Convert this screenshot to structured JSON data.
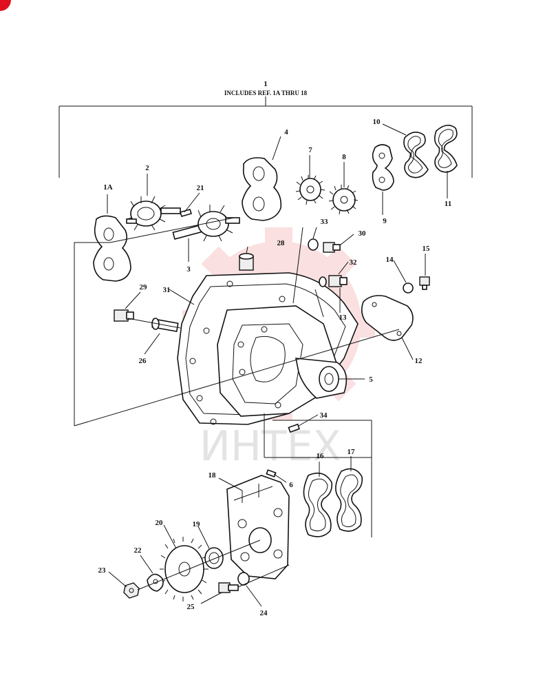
{
  "header": {
    "number": "1",
    "text": "INCLUDES REF. 1A THRU 18"
  },
  "watermark": {
    "text": "ИНТЕХ"
  },
  "callouts": {
    "c1A": "1A",
    "c2": "2",
    "c3": "3",
    "c4": "4",
    "c5": "5",
    "c6": "6",
    "c7": "7",
    "c8": "8",
    "c9": "9",
    "c10": "10",
    "c11": "11",
    "c12": "12",
    "c13": "13",
    "c14": "14",
    "c15": "15",
    "c16": "16",
    "c17": "17",
    "c18": "18",
    "c19": "19",
    "c20": "20",
    "c21": "21",
    "c22": "22",
    "c23": "23",
    "c24": "24",
    "c25": "25",
    "c26": "26",
    "c28": "28",
    "c29": "29",
    "c30": "30",
    "c31": "31",
    "c32": "32",
    "c33": "33",
    "c34": "34"
  },
  "colors": {
    "watermark_red": "#f3b6b6",
    "line": "#111111",
    "logo_red": "#e0101e"
  }
}
